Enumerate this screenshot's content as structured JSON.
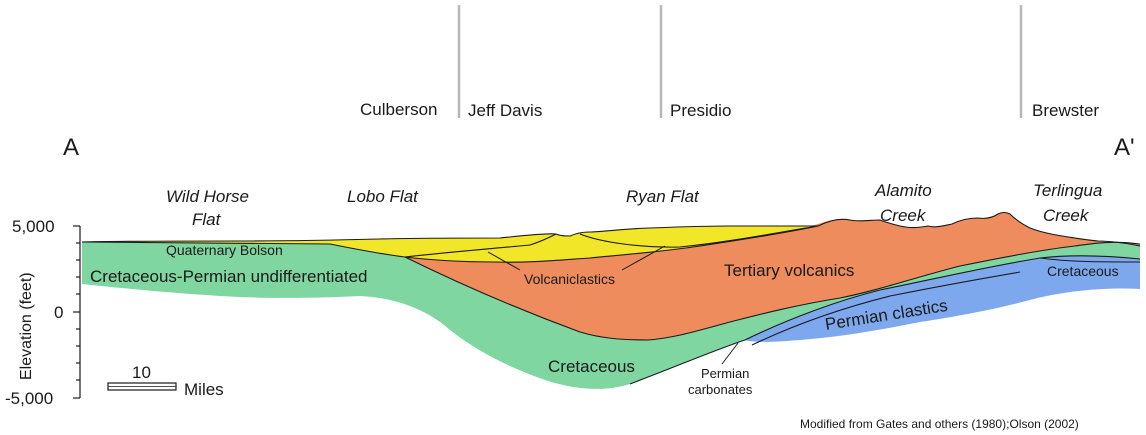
{
  "end_labels": {
    "left": "A",
    "right": "A'"
  },
  "counties": [
    "Culberson",
    "Jeff Davis",
    "Presidio",
    "Brewster"
  ],
  "places": {
    "wild_horse_flat": [
      "Wild Horse",
      "Flat"
    ],
    "lobo_flat": "Lobo Flat",
    "ryan_flat": "Ryan Flat",
    "alamito_creek": [
      "Alamito",
      "Creek"
    ],
    "terlingua_creek": [
      "Terlingua",
      "Creek"
    ]
  },
  "units": {
    "quaternary_bolson": "Quaternary Bolson",
    "cretaceous_permian": "Cretaceous-Permian undifferentiated",
    "volcaniclastics": "Volcaniclastics",
    "tertiary_volcanics": "Tertiary volcanics",
    "cretaceous_center": "Cretaceous",
    "cretaceous_right": "Cretaceous",
    "permian_clastics": "Permian clastics",
    "permian_carbonates": [
      "Permian",
      "carbonates"
    ]
  },
  "axis": {
    "title": "Elevation (feet)",
    "ticks": [
      "5,000",
      "0",
      "-5,000"
    ]
  },
  "scale_bar": {
    "value": "10",
    "unit": "Miles"
  },
  "credit": "Modified from Gates and others (1980);Olson (2002)",
  "colors": {
    "quaternary_bolson": "#f2e629",
    "cretaceous": "#7fd6a0",
    "tertiary_volcanics": "#ee8c5e",
    "permian_clastics": "#7ea8ee",
    "county_line": "#b8b8b8"
  }
}
